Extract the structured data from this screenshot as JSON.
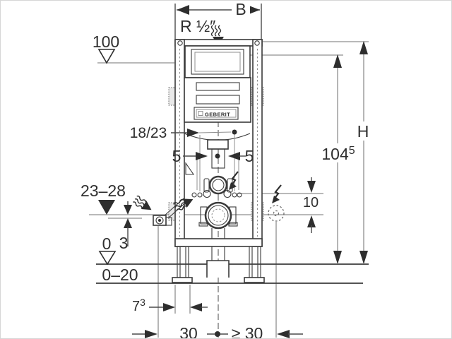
{
  "labels": {
    "b": "B",
    "r_half": "R ½″",
    "level_100": "100",
    "h": "H",
    "v104": {
      "base": "104",
      "sup": "5"
    },
    "d1823": "18/23",
    "five_l": "5",
    "five_r": "5",
    "range_2328": "23–28",
    "ten": "10",
    "three": "3",
    "zero": "0",
    "range_020": "0–20",
    "foot": {
      "base": "7",
      "sup": "3"
    },
    "thirty": "30",
    "ge_thirty": "≥ 30",
    "logo": "GEBERIT"
  },
  "colors": {
    "background": "#ffffff",
    "frame_line": "#3a3a3a",
    "dimension_line": "#4a4a4a",
    "reference_line": "#8f8f8f",
    "text": "#2f2f2f"
  }
}
